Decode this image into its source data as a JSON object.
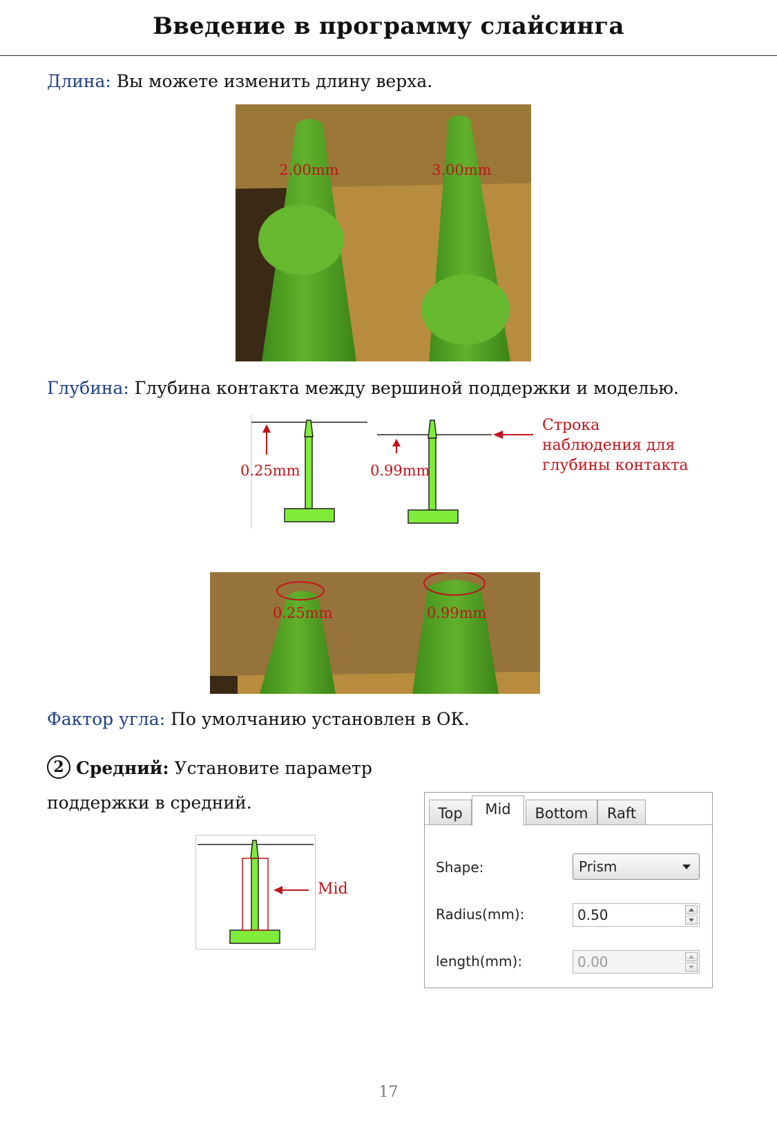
{
  "header": {
    "title": "Введение в программу слайсинга"
  },
  "length_para": {
    "label": "Длина:",
    "text": " Вы можете изменить длину верха."
  },
  "length_photo": {
    "left_label": "2.00mm",
    "right_label": "3.00mm"
  },
  "depth_para": {
    "label": "Глубина:",
    "text": " Глубина контакта между вершиной поддержки и моделью."
  },
  "depth_diagram": {
    "left_value": "0.25mm",
    "right_value": "0.99mm",
    "note_lines": [
      "Строка",
      "наблюдения для",
      "глубины контакта"
    ]
  },
  "depth_photo": {
    "left_label": "0.25mm",
    "right_label": "0.99mm"
  },
  "angle_para": {
    "label": "Фактор угла:",
    "text": " По умолчанию установлен в ОК."
  },
  "mid_section": {
    "number": "2",
    "title": "Средний:",
    "text_line1": " Установите параметр",
    "text_line2": "поддержки в средний."
  },
  "mid_diagram": {
    "label": "Mid"
  },
  "dialog": {
    "tabs": [
      "Top",
      "Mid",
      "Bottom",
      "Raft"
    ],
    "active_tab": "Mid",
    "shape_label": "Shape:",
    "shape_value": "Prism",
    "radius_label": "Radius(mm):",
    "radius_value": "0.50",
    "length_label": "length(mm):",
    "length_value": "0.00"
  },
  "page_number": "17",
  "colors": {
    "label_blue": "#1f3f85",
    "annotation_red": "#c0141c",
    "support_green": "#80ec3a",
    "render_green": "#5fb028",
    "render_background": "#9a7836"
  }
}
